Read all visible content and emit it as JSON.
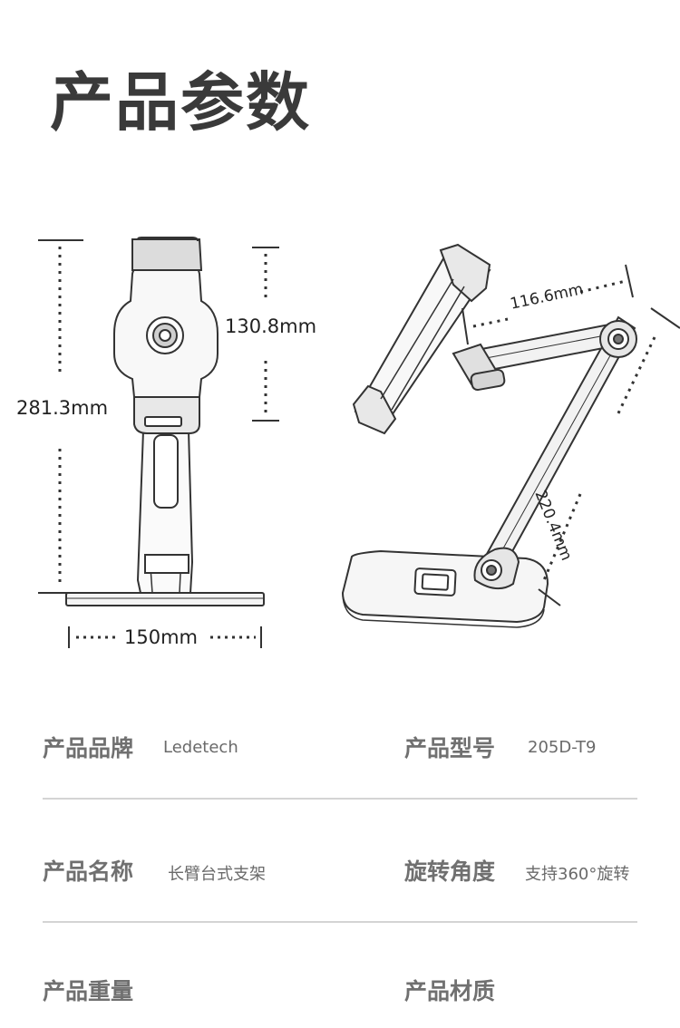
{
  "page": {
    "title": "产品参数"
  },
  "dimensions": {
    "total_height": "281.3mm",
    "clamp_height": "130.8mm",
    "base_width": "150mm",
    "upper_arm": "116.6mm",
    "lower_arm": "220.4mm"
  },
  "specs": [
    {
      "label": "产品品牌",
      "value": "Ledetech"
    },
    {
      "label": "产品型号",
      "value": "205D-T9"
    },
    {
      "label": "产品名称",
      "value": "长臂台式支架"
    },
    {
      "label": "旋转角度",
      "value": "支持360°旋转"
    },
    {
      "label": "产品重量",
      "value": ""
    },
    {
      "label": "产品材质",
      "value": ""
    }
  ]
}
